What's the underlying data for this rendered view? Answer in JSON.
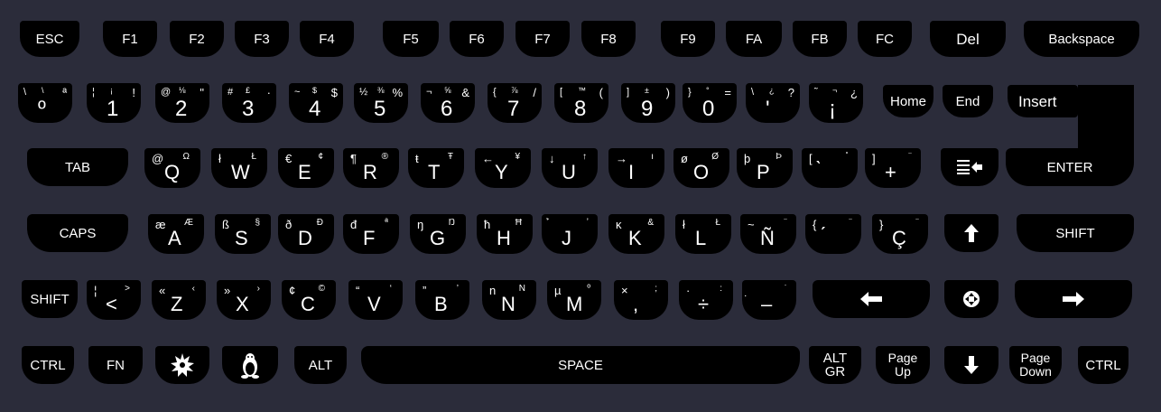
{
  "rows": {
    "fn": {
      "esc": "ESC",
      "f1": "F1",
      "f2": "F2",
      "f3": "F3",
      "f4": "F4",
      "f5": "F5",
      "f6": "F6",
      "f7": "F7",
      "f8": "F8",
      "f9": "F9",
      "fa": "FA",
      "fb": "FB",
      "fc": "FC",
      "del": "Del",
      "backspace": "Backspace"
    },
    "num": {
      "k1": {
        "tl": "\\",
        "tm": "\\",
        "tr": "ª",
        "main": "º"
      },
      "k2": {
        "tl": "¦",
        "tm": "¡",
        "tr": "!",
        "main": "1"
      },
      "k3": {
        "tl": "@",
        "tm": "⅛",
        "tr": "\"",
        "main": "2"
      },
      "k4": {
        "tl": "#",
        "tm": "£",
        "tr": "·",
        "main": "3"
      },
      "k5": {
        "tl": "~",
        "tm": "$",
        "tr": "$",
        "main": "4"
      },
      "k6": {
        "tl": "½",
        "tm": "⅜",
        "tr": "%",
        "main": "5"
      },
      "k7": {
        "tl": "¬",
        "tm": "⅝",
        "tr": "&",
        "main": "6"
      },
      "k8": {
        "tl": "{",
        "tm": "⅞",
        "tr": "/",
        "main": "7"
      },
      "k9": {
        "tl": "[",
        "tm": "™",
        "tr": "(",
        "main": "8"
      },
      "k10": {
        "tl": "]",
        "tm": "±",
        "tr": ")",
        "main": "9"
      },
      "k11": {
        "tl": "}",
        "tm": "°",
        "tr": "=",
        "main": "0"
      },
      "k12": {
        "tl": "\\",
        "tm": "¿",
        "tr": "?",
        "main": "'"
      },
      "k13": {
        "tl": "̃",
        "tm": "¬",
        "tr": "¿",
        "main": "¡"
      },
      "home": "Home",
      "end": "End",
      "insert": "Insert"
    },
    "qwerty": {
      "tab": "TAB",
      "keys": [
        {
          "tl": "@",
          "tr": "Ω",
          "main": "Q"
        },
        {
          "tl": "ł",
          "tr": "Ł",
          "main": "W"
        },
        {
          "tl": "€",
          "tr": "¢",
          "main": "E"
        },
        {
          "tl": "¶",
          "tr": "®",
          "main": "R"
        },
        {
          "tl": "ŧ",
          "tr": "Ŧ",
          "main": "T"
        },
        {
          "tl": "←",
          "tr": "¥",
          "main": "Y"
        },
        {
          "tl": "↓",
          "tr": "↑",
          "main": "U"
        },
        {
          "tl": "→",
          "tr": "ı",
          "main": "I"
        },
        {
          "tl": "ø",
          "tr": "Ø",
          "main": "O"
        },
        {
          "tl": "þ",
          "tr": "Þ",
          "main": "P"
        },
        {
          "tl": "[",
          "tr": "̊",
          "main": "̀"
        },
        {
          "tl": "]",
          "tr": "̈",
          "main": "+"
        }
      ],
      "enter": "ENTER"
    },
    "home": {
      "caps": "CAPS",
      "keys": [
        {
          "tl": "æ",
          "tr": "Æ",
          "main": "A"
        },
        {
          "tl": "ß",
          "tr": "§",
          "main": "S"
        },
        {
          "tl": "ð",
          "tr": "Đ",
          "main": "D"
        },
        {
          "tl": "đ",
          "tr": "ª",
          "main": "F"
        },
        {
          "tl": "ŋ",
          "tr": "Ŋ",
          "main": "G"
        },
        {
          "tl": "ħ",
          "tr": "Ħ",
          "main": "H"
        },
        {
          "tl": "̉",
          "tr": "̛",
          "main": "J"
        },
        {
          "tl": "ĸ",
          "tr": "&",
          "main": "K"
        },
        {
          "tl": "ł",
          "tr": "Ł",
          "main": "L"
        },
        {
          "tl": "~",
          "tr": "̈",
          "main": "Ñ"
        },
        {
          "tl": "{",
          "tr": "̈",
          "main": "́"
        },
        {
          "tl": "}",
          "tr": "̈",
          "main": "Ç"
        }
      ],
      "shift": "SHIFT"
    },
    "bottom": {
      "shift": "SHIFT",
      "keys": [
        {
          "tl": "¦",
          "tr": ">",
          "main": "<"
        },
        {
          "tl": "«",
          "tr": "‹",
          "main": "Z"
        },
        {
          "tl": "»",
          "tr": "›",
          "main": "X"
        },
        {
          "tl": "¢",
          "tr": "©",
          "main": "C"
        },
        {
          "tl": "“",
          "tr": "‘",
          "main": "V"
        },
        {
          "tl": "”",
          "tr": "’",
          "main": "B"
        },
        {
          "tl": "n",
          "tr": "N",
          "main": "N"
        },
        {
          "tl": "µ",
          "tr": "º",
          "main": "M"
        },
        {
          "tl": "×",
          "tr": ";",
          "main": ","
        },
        {
          "tl": "·",
          "tr": ":",
          "main": "÷"
        },
        {
          "tl": "̣",
          "tr": "̇",
          "main": "–"
        }
      ]
    },
    "space": {
      "ctrl": "CTRL",
      "fn": "FN",
      "alt": "ALT",
      "space": "SPACE",
      "altgr": "ALT\nGR",
      "pageup": "Page\nUp",
      "pagedown": "Page\nDown",
      "ctrl_r": "CTRL"
    }
  },
  "icons": {
    "gear": "gear-icon",
    "tux": "linux-penguin-icon",
    "arrow": "arrow-icon"
  }
}
